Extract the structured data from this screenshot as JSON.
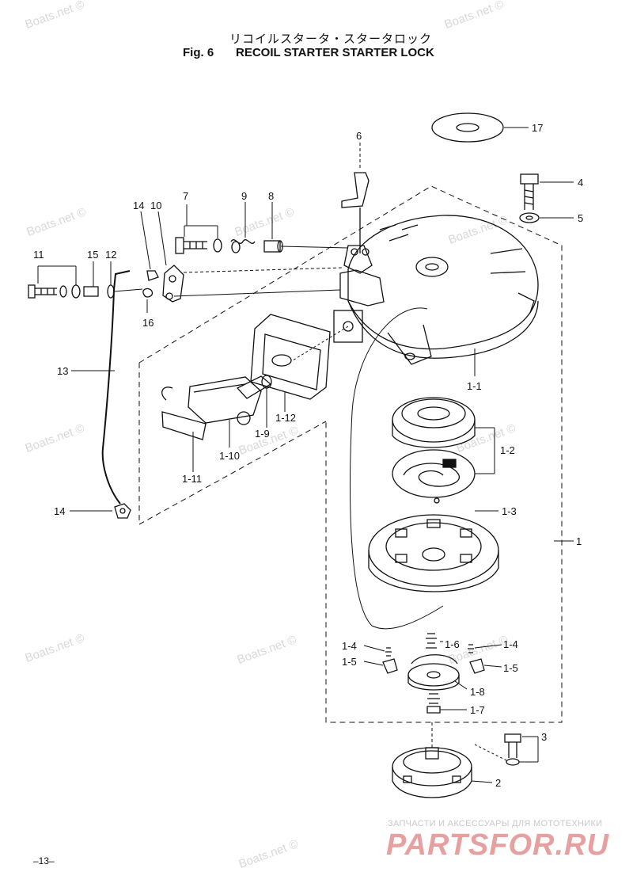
{
  "header": {
    "title_jp": "リコイルスタータ・スタータロック",
    "fig_label": "Fig. 6",
    "title_en": "RECOIL STARTER STARTER LOCK"
  },
  "parts": {
    "p1": "1",
    "p1_1": "1-1",
    "p1_2": "1-2",
    "p1_3": "1-3",
    "p1_4a": "1-4",
    "p1_4b": "1-4",
    "p1_5a": "1-5",
    "p1_5b": "1-5",
    "p1_6": "1-6",
    "p1_7": "1-7",
    "p1_8": "1-8",
    "p1_9": "1-9",
    "p1_10": "1-10",
    "p1_11": "1-11",
    "p1_12": "1-12",
    "p2": "2",
    "p3": "3",
    "p4": "4",
    "p5": "5",
    "p6": "6",
    "p7": "7",
    "p8": "8",
    "p9": "9",
    "p10": "10",
    "p11": "11",
    "p12": "12",
    "p13": "13",
    "p14a": "14",
    "p14b": "14",
    "p15": "15",
    "p16": "16",
    "p17": "17"
  },
  "watermark": "Boats.net ©",
  "brand": {
    "tagline": "ЗАПЧАСТИ И АКСЕССУАРЫ ДЛЯ МОТОТЕХНИКИ",
    "logo": "PARTSFOR.RU"
  },
  "page_number": "–13–",
  "colors": {
    "ink": "#111111",
    "watermark": "#d8d8d8",
    "brand": "#e7a0a0"
  }
}
